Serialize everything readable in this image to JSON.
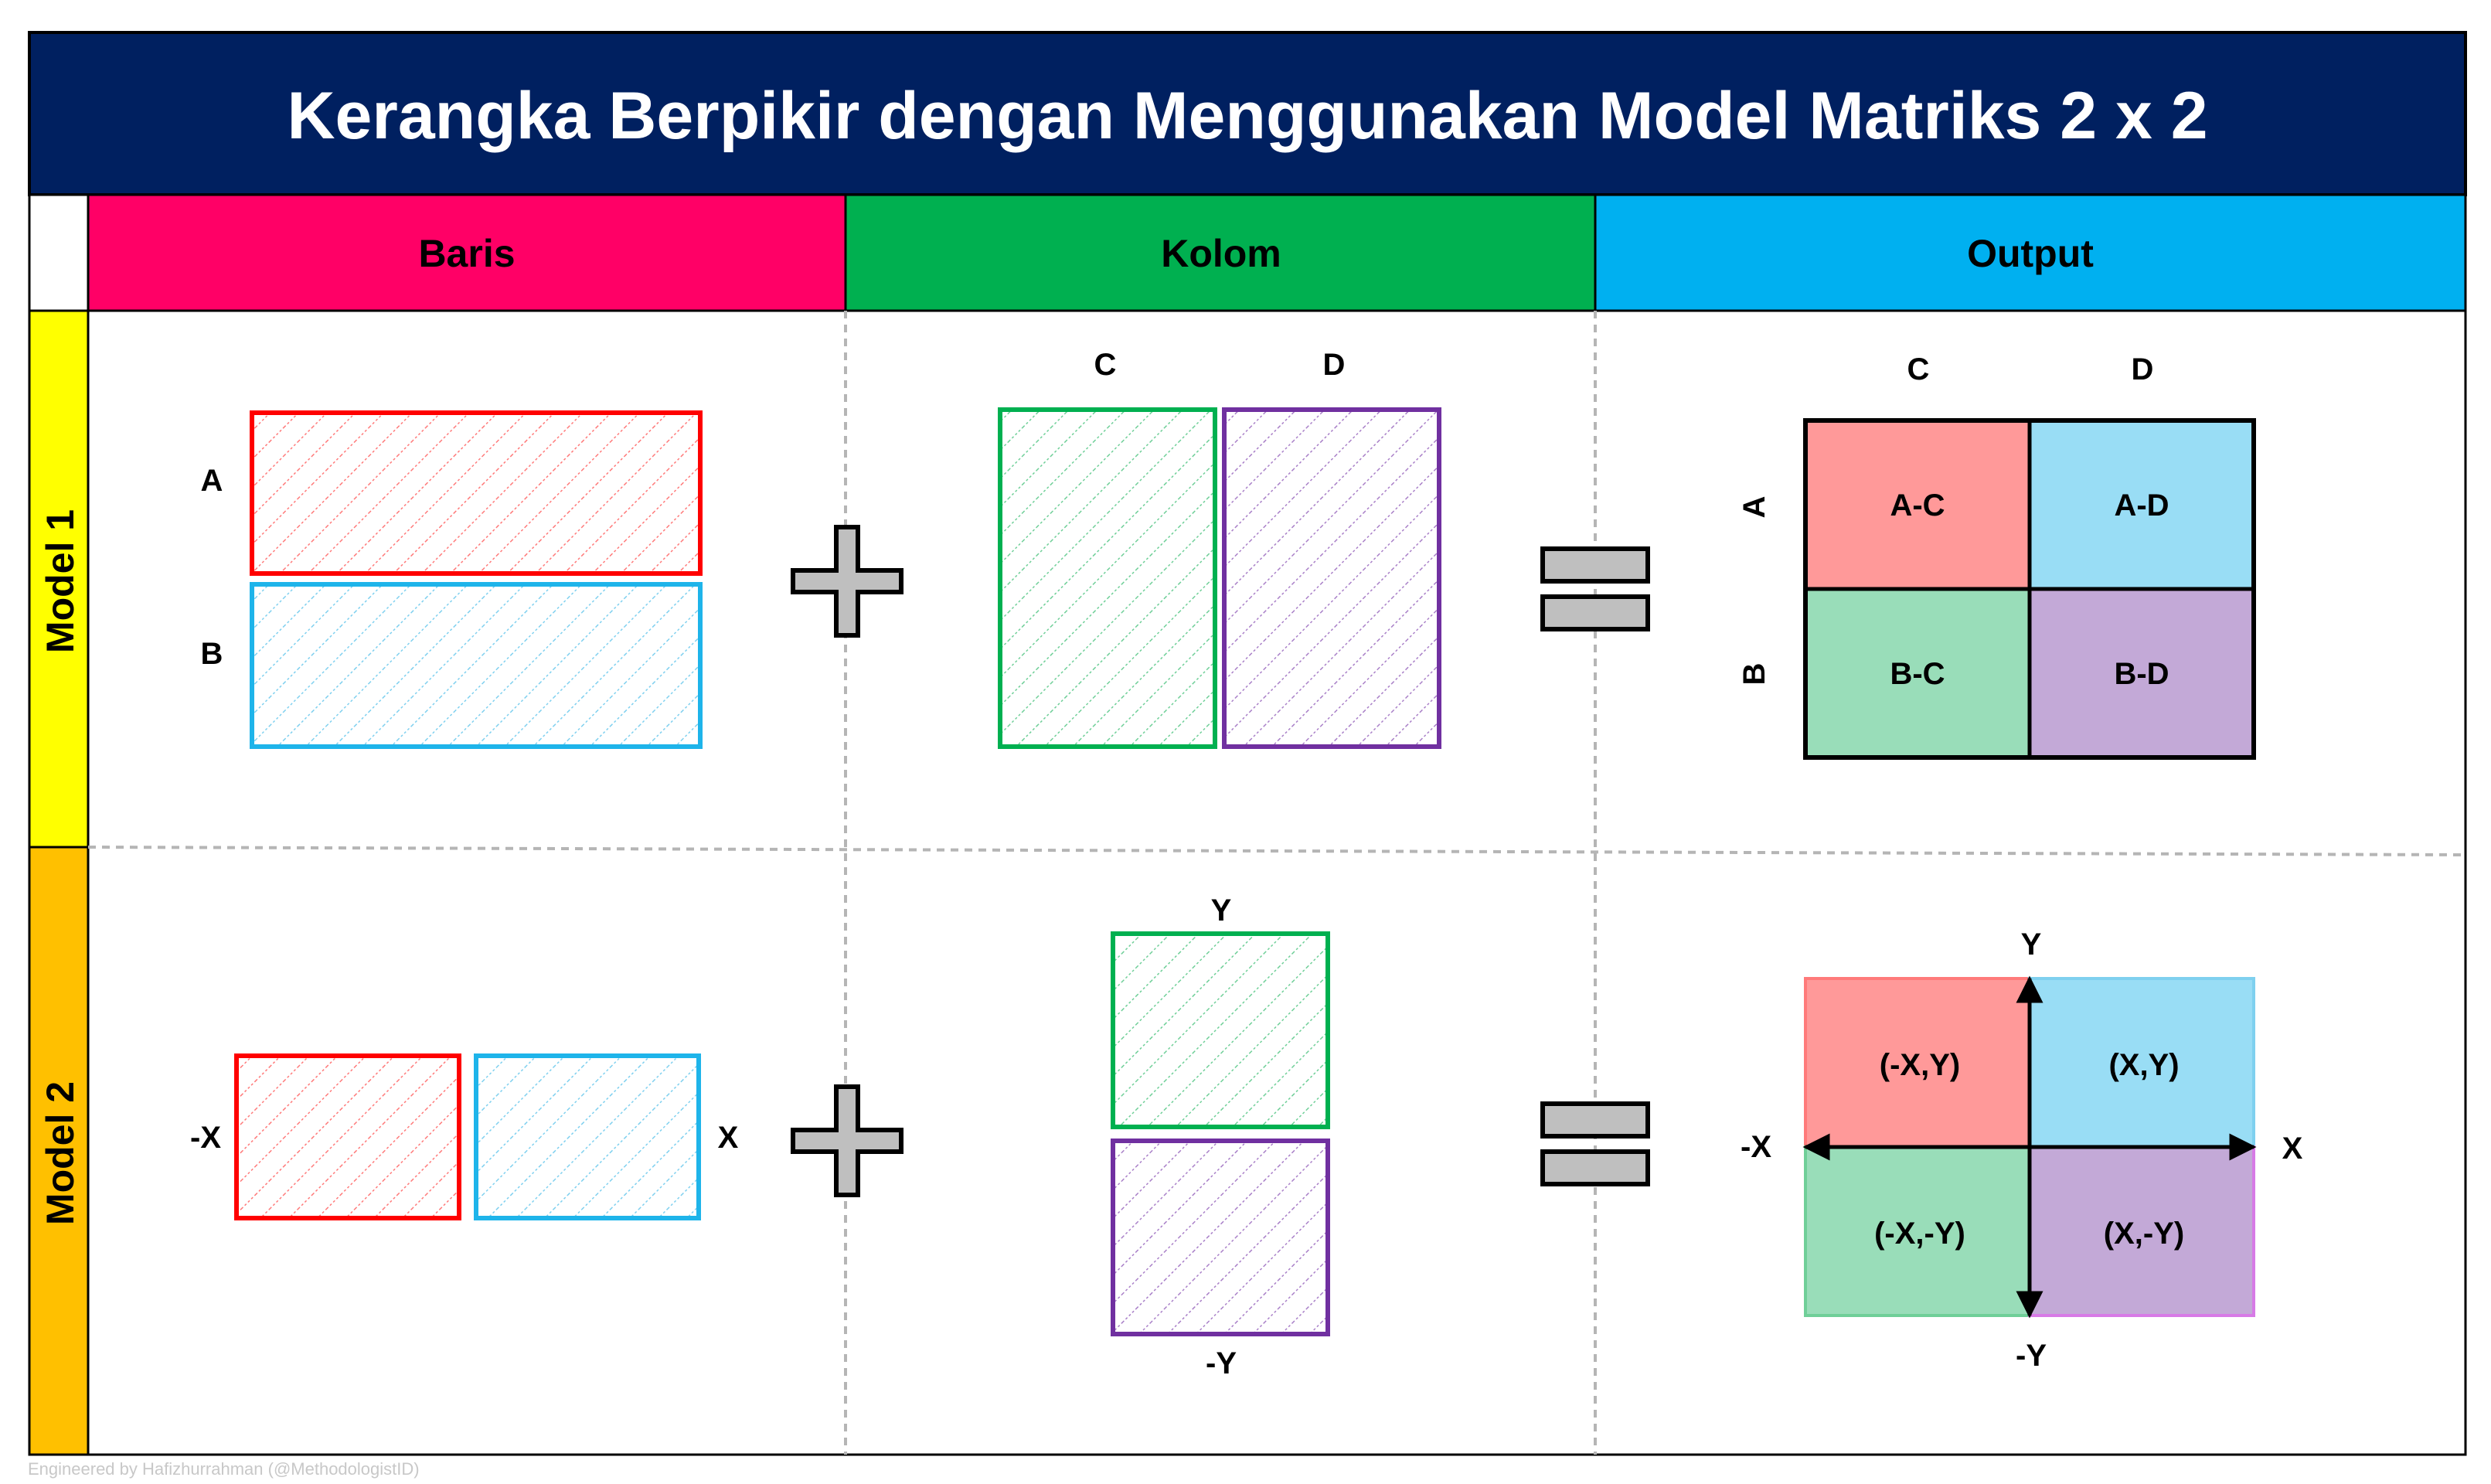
{
  "title": "Kerangka Berpikir dengan Menggunakan Model Matriks 2 x 2",
  "columns": {
    "baris": "Baris",
    "kolom": "Kolom",
    "output": "Output"
  },
  "rows": {
    "model1": "Model 1",
    "model2": "Model 2"
  },
  "model1": {
    "row_labels": [
      "A",
      "B"
    ],
    "col_labels": [
      "C",
      "D"
    ],
    "output": {
      "col_labels": [
        "C",
        "D"
      ],
      "row_labels": [
        "A",
        "B"
      ],
      "cells": [
        "A-C",
        "A-D",
        "B-C",
        "B-D"
      ]
    }
  },
  "model2": {
    "row_labels": [
      "-X",
      "X"
    ],
    "col_labels": [
      "Y",
      "-Y"
    ],
    "output": {
      "axis_labels": {
        "top": "Y",
        "bottom": "-Y",
        "left": "-X",
        "right": "X"
      },
      "cells": [
        "(-X,Y)",
        "(X,Y)",
        "(-X,-Y)",
        "(X,-Y)"
      ]
    }
  },
  "colors": {
    "title_bg": "#002060",
    "baris": "#ff0066",
    "kolom": "#00b050",
    "output": "#00b0f0",
    "model1": "#ffff00",
    "model2": "#ffc000",
    "red": "#ff0000",
    "blue": "#1eb4ea",
    "green": "#00b050",
    "purple": "#7030a0",
    "cell_red": "#ff9999",
    "cell_blue": "#99ddf5",
    "cell_green": "#99ddb9",
    "cell_purple": "#c3a9d7"
  },
  "footer": "Engineered by Hafizhurrahman (@MethodologistID)"
}
